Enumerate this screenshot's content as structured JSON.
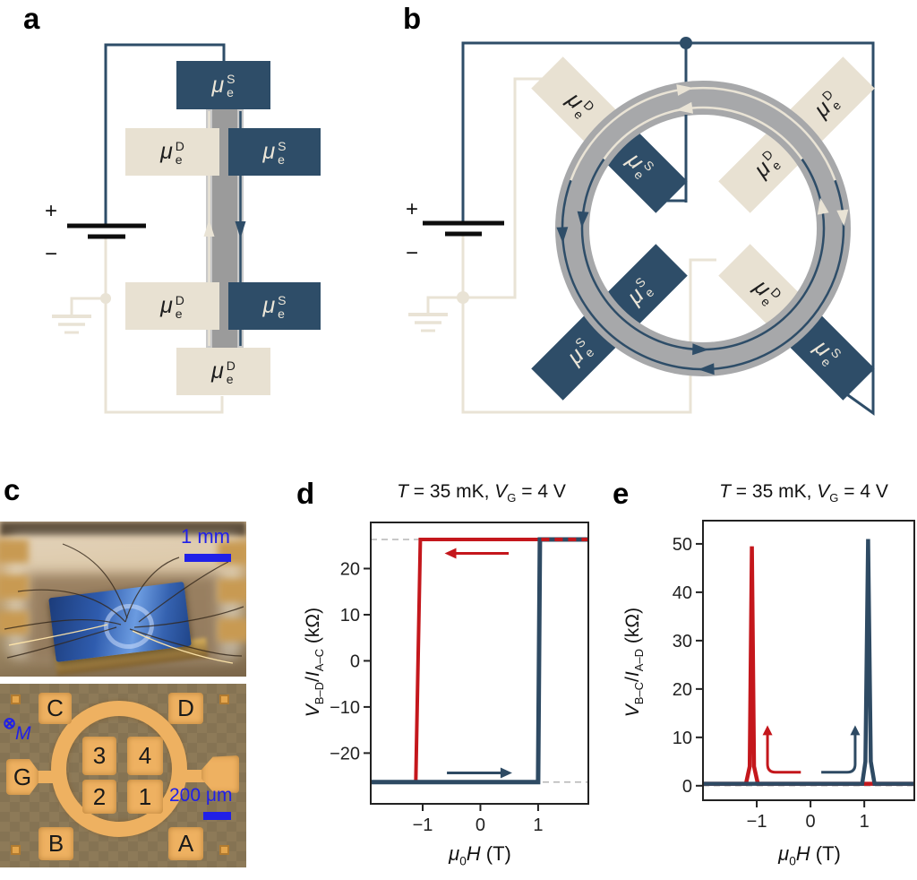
{
  "figure": {
    "panels": [
      "a",
      "b",
      "c",
      "d",
      "e"
    ]
  },
  "glyphs": {
    "mu": "μ",
    "electron_sub": "e"
  },
  "colors": {
    "navy": "#2e4d68",
    "beige": "#e8e1d2",
    "wire_beige": "#e9e3d5",
    "channel_gray": "#9b9b9b",
    "channel_light": "#c9c9c9",
    "ring_gray": "#a7a8aa",
    "red_curve": "#c4171c",
    "navy_curve": "#2e4a63",
    "annotation_blue": "#2020e8",
    "gold_pad": "#eeb161",
    "micrograph_bg": "#8d7a58"
  },
  "panel_a": {
    "battery": {
      "plus": "+",
      "minus": "−"
    },
    "electrodes": [
      {
        "pos": "top",
        "sup": "S"
      },
      {
        "pos": "mid-left",
        "sup": "D"
      },
      {
        "pos": "mid-right",
        "sup": "S"
      },
      {
        "pos": "low-left",
        "sup": "D"
      },
      {
        "pos": "low-right",
        "sup": "S"
      },
      {
        "pos": "bottom",
        "sup": "D"
      }
    ]
  },
  "panel_b": {
    "battery": {
      "plus": "+",
      "minus": "−"
    },
    "electrodes": [
      {
        "pos": "tl-outer",
        "sup": "D"
      },
      {
        "pos": "tl-inner",
        "sup": "S"
      },
      {
        "pos": "tr-outer",
        "sup": "D"
      },
      {
        "pos": "tr-inner",
        "sup": "D"
      },
      {
        "pos": "bl-outer",
        "sup": "S"
      },
      {
        "pos": "bl-inner",
        "sup": "S"
      },
      {
        "pos": "br-outer",
        "sup": "S"
      },
      {
        "pos": "br-inner",
        "sup": "D"
      }
    ]
  },
  "panel_c": {
    "photo_scalebar": "1 mm",
    "micro_scalebar": "200 μm",
    "magnetization": {
      "symbol": "⊗",
      "label": "M"
    },
    "outer_pads": [
      "C",
      "D",
      "G",
      "B",
      "A"
    ],
    "inner_pads": [
      "3",
      "4",
      "2",
      "1"
    ]
  },
  "chart_data": [
    {
      "id": "chart-d",
      "type": "line",
      "title": {
        "t": "T",
        "mid": " = 35 mK, ",
        "v": "V",
        "vsub": "G",
        "end": " = 4 V"
      },
      "ylabel": {
        "v": "V",
        "vsub": "B–D",
        "slash": "/",
        "i": "I",
        "isub": "A–C",
        "unit": " (kΩ)"
      },
      "xlabel": {
        "mu": "μ",
        "sub": "0",
        "h": "H",
        "unit": " (T)"
      },
      "xlim": [
        -1.9,
        1.87
      ],
      "ylim": [
        -31,
        30
      ],
      "xticks": [
        -1,
        0,
        1
      ],
      "yticks": [
        -20,
        -10,
        0,
        10,
        20
      ],
      "ref_lines": [
        26.3,
        -26.3
      ],
      "series": [
        {
          "name": "sweep-down-red",
          "color": "#c4171c",
          "width": 4,
          "points": [
            [
              1.87,
              26.3
            ],
            [
              -1.04,
              26.3
            ],
            [
              -1.12,
              -26.3
            ],
            [
              -1.9,
              -26.3
            ]
          ]
        },
        {
          "name": "sweep-up-blue",
          "color": "#2e4a63",
          "width": 5,
          "points": [
            [
              -1.9,
              -26.3
            ],
            [
              1.0,
              -26.3
            ],
            [
              1.03,
              26.3
            ],
            [
              1.87,
              26.3
            ]
          ]
        },
        {
          "name": "sweep-down-red-overlay",
          "color": "#c4171c",
          "width": 4,
          "dash": [
            9,
            6
          ],
          "points": [
            [
              -1.04,
              26.3
            ],
            [
              1.87,
              26.3
            ]
          ]
        }
      ],
      "annotations": [
        {
          "kind": "arrow",
          "color": "#c4171c",
          "x1": 0.49,
          "y1": 23.3,
          "x2": -0.62,
          "y2": 23.3,
          "head": "left"
        },
        {
          "kind": "arrow",
          "color": "#2e4a63",
          "x1": -0.58,
          "y1": -24.3,
          "x2": 0.55,
          "y2": -24.3,
          "head": "right"
        }
      ]
    },
    {
      "id": "chart-e",
      "type": "line",
      "title": {
        "t": "T",
        "mid": " = 35 mK, ",
        "v": "V",
        "vsub": "G",
        "end": " = 4 V"
      },
      "ylabel": {
        "v": "V",
        "vsub": "B–C",
        "slash": "/",
        "i": "I",
        "isub": "A–D",
        "unit": " (kΩ)"
      },
      "xlabel": {
        "mu": "μ",
        "sub": "0",
        "h": "H",
        "unit": " (T)"
      },
      "xlim": [
        -2.0,
        1.93
      ],
      "ylim": [
        -3,
        54.8
      ],
      "xticks": [
        -1,
        0,
        1
      ],
      "yticks": [
        0,
        10,
        20,
        30,
        40,
        50
      ],
      "ref_lines": [
        0
      ],
      "series": [
        {
          "name": "peak-red",
          "color": "#c4171c",
          "width": 4.5,
          "points": [
            [
              -2,
              0.4
            ],
            [
              -1.2,
              0.4
            ],
            [
              -1.13,
              4
            ],
            [
              -1.09,
              49.5
            ],
            [
              -1.05,
              4
            ],
            [
              -0.98,
              0.4
            ],
            [
              1.93,
              0.4
            ]
          ]
        },
        {
          "name": "peak-blue",
          "color": "#2e4a63",
          "width": 4.5,
          "points": [
            [
              -2,
              0.4
            ],
            [
              0.96,
              0.4
            ],
            [
              1.02,
              5
            ],
            [
              1.07,
              51
            ],
            [
              1.12,
              5
            ],
            [
              1.19,
              0.4
            ],
            [
              1.93,
              0.4
            ]
          ]
        }
      ],
      "annotations": [
        {
          "kind": "elbow",
          "color": "#c4171c",
          "x1": -0.18,
          "y1": 2.8,
          "x2": -0.8,
          "y2": 12.5
        },
        {
          "kind": "elbow",
          "color": "#2e4a63",
          "x1": 0.2,
          "y1": 2.8,
          "x2": 0.83,
          "y2": 12.5
        }
      ]
    }
  ]
}
